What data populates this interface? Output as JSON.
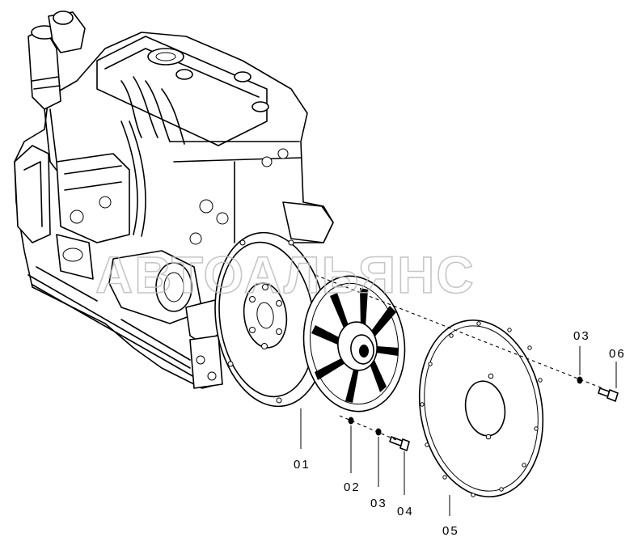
{
  "diagram": {
    "watermark": "АВТОАЛЬЯНС",
    "parts": [
      {
        "id": "01",
        "label": "01"
      },
      {
        "id": "02",
        "label": "02"
      },
      {
        "id": "03",
        "label": "03"
      },
      {
        "id": "04",
        "label": "04"
      },
      {
        "id": "05",
        "label": "05"
      },
      {
        "id": "03b",
        "label": "03"
      },
      {
        "id": "06",
        "label": "06"
      }
    ]
  }
}
